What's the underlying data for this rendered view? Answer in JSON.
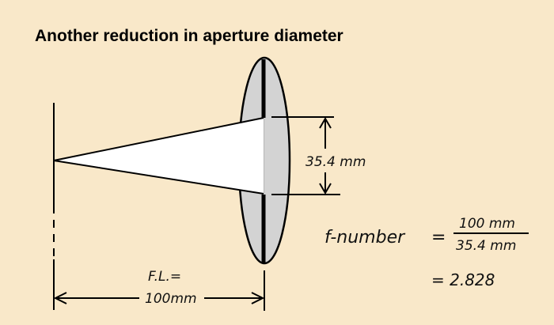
{
  "title": "Another reduction in aperture diameter",
  "aperture_label": "35.4 mm",
  "fl_label_line1": "F.L.=",
  "fl_label_line2": "100mm",
  "formula": {
    "lhs": "f-number",
    "equals": "=",
    "numerator": "100 mm",
    "denominator": "35.4 mm",
    "result": "= 2.828"
  },
  "colors": {
    "background": "#f9e8c9",
    "lens": "#d3d3d3",
    "cone": "#ffffff"
  }
}
